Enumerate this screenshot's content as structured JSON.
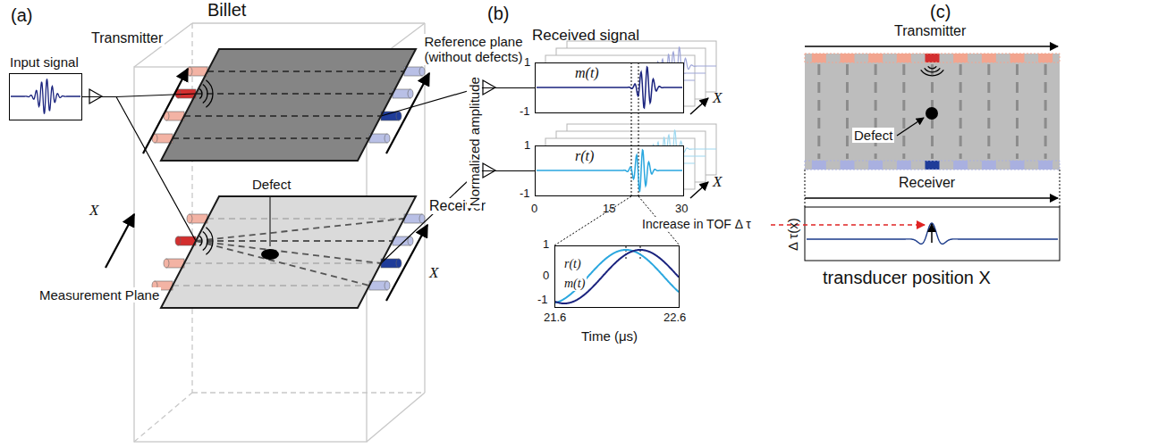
{
  "diagram": {
    "nodes": [
      {
        "text": [
          "Input signal"
        ]
      },
      {
        "text": [
          "Reference plane (without defects)"
        ]
      },
      {
        "text": [
          "Measurement Plane"
        ]
      },
      {
        "text": [
          "m(t)"
        ]
      },
      {
        "text": [
          "r(t)"
        ]
      },
      {
        "text": [
          "r(t)",
          "m(t)"
        ]
      }
    ],
    "edges": [
      {
        "from": 0,
        "to": 1,
        "arrow": "none"
      },
      {
        "from": 0,
        "to": 2,
        "arrow": "none"
      },
      {
        "from": 1,
        "to": 3,
        "arrow": "none"
      },
      {
        "from": 2,
        "to": 4,
        "arrow": "none"
      }
    ],
    "labels": [
      "(a)",
      "Billet",
      "Transmitter",
      "X",
      "Defect",
      "Receiver",
      "X",
      "(b)",
      "Received signal",
      "Normalized amplitude",
      "1",
      "-1",
      "1",
      "-1",
      "0",
      "15",
      "30",
      "X",
      "X",
      "1",
      "0",
      "-1",
      "21.6",
      "22.6",
      "Time (μs)",
      "Increase in TOF Δ τ",
      "(c)",
      "Transmitter",
      "Defect",
      "Receiver",
      "Δ τ(x)",
      "transducer position X"
    ]
  }
}
